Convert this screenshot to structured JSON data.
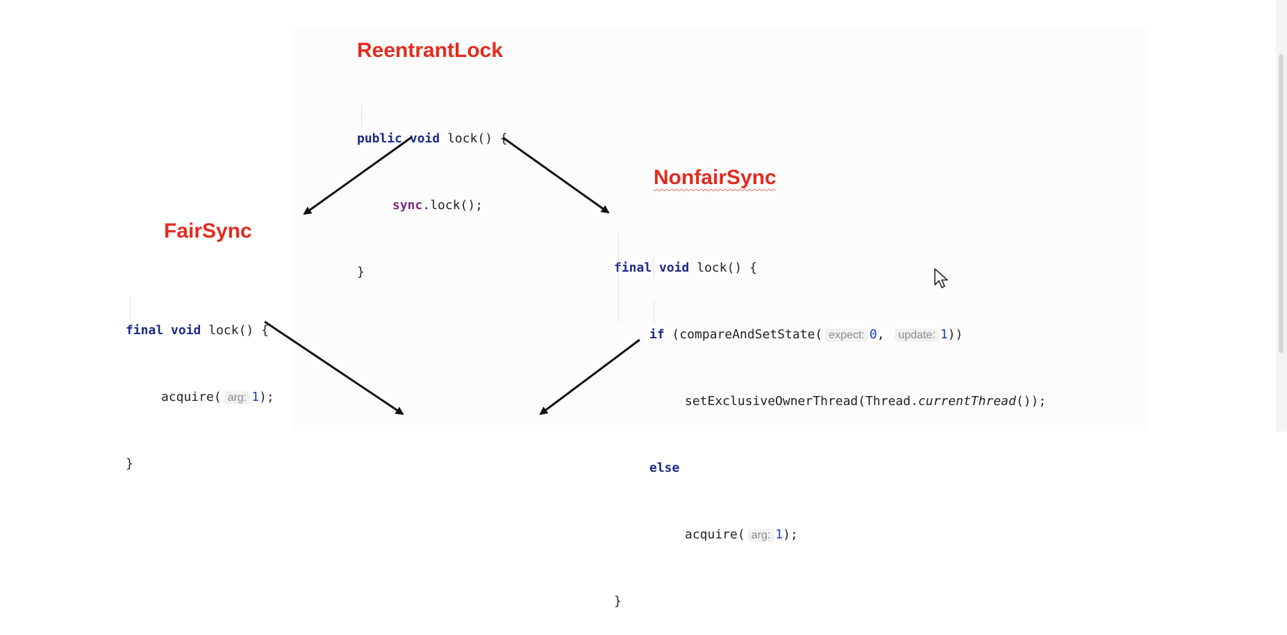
{
  "titles": {
    "reentrant": "ReentrantLock",
    "fair": "FairSync",
    "nonfair": "NonfairSync"
  },
  "reentrant_code": {
    "l1_kw1": "public",
    "l1_kw2": "void",
    "l1_rest": " lock() {",
    "l2_field": "sync",
    "l2_rest": ".lock();",
    "l3": "}"
  },
  "fair_code": {
    "l1_kw1": "final",
    "l1_kw2": "void",
    "l1_rest": " lock() {",
    "l2_pre": "acquire(",
    "l2_hint": "arg:",
    "l2_num": "1",
    "l2_post": ");",
    "l3": "}"
  },
  "nonfair_code": {
    "l1_kw1": "final",
    "l1_kw2": "void",
    "l1_rest": " lock() {",
    "l2_kw": "if",
    "l2_pre": " (compareAndSetState(",
    "l2_hint1": "expect:",
    "l2_num1": "0",
    "l2_sep": ",",
    "l2_hint2": "update:",
    "l2_num2": "1",
    "l2_post": "))",
    "l3_pre": "setExclusiveOwnerThread(Thread.",
    "l3_ital": "currentThread",
    "l3_post": "());",
    "l4_kw": "else",
    "l5_pre": "acquire(",
    "l5_hint": "arg:",
    "l5_num": "1",
    "l5_post": ");",
    "l6": "}"
  },
  "colors": {
    "title_red": "#e32b1e",
    "keyword": "#1d2a86",
    "field": "#7b2a84",
    "number": "#1c3dc4"
  },
  "icons": [
    "mouse-pointer-icon",
    "arrow-icon"
  ]
}
